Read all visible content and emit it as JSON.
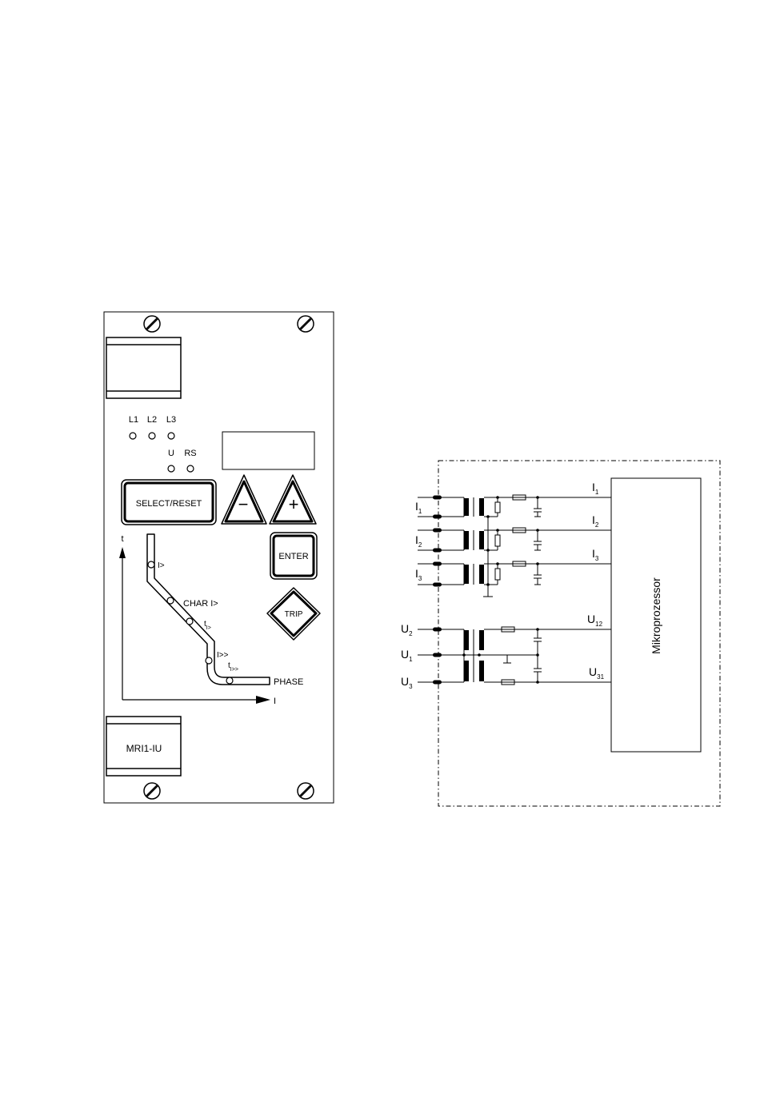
{
  "panel": {
    "led_labels": {
      "l1": "L1",
      "l2": "L2",
      "l3": "L3",
      "u": "U",
      "rs": "RS"
    },
    "buttons": {
      "select_reset": "SELECT/RESET",
      "minus": "−",
      "plus": "+",
      "enter": "ENTER",
      "trip": "TRIP"
    },
    "curve": {
      "axis_t": "t",
      "axis_i": "I",
      "point_i_gt": "I>",
      "char": "CHAR I>",
      "t_base": "t",
      "t_sub_1": "I>",
      "point_i_gtgt": "I>>",
      "t_sub_2": "I>>",
      "phase": "PHASE"
    },
    "type_label": "MRI1-IU"
  },
  "circuit": {
    "inputs": {
      "i1": "I",
      "i1_sub": "1",
      "i2": "I",
      "i2_sub": "2",
      "i3": "I",
      "i3_sub": "3",
      "u2": "U",
      "u2_sub": "2",
      "u1": "U",
      "u1_sub": "1",
      "u3": "U",
      "u3_sub": "3"
    },
    "outputs": {
      "i1": "I",
      "i1_sub": "1",
      "i2": "I",
      "i2_sub": "2",
      "i3": "I",
      "i3_sub": "3",
      "u12": "U",
      "u12_sub": "12",
      "u31": "U",
      "u31_sub": "31"
    },
    "processor": "Mikroprozessor"
  }
}
